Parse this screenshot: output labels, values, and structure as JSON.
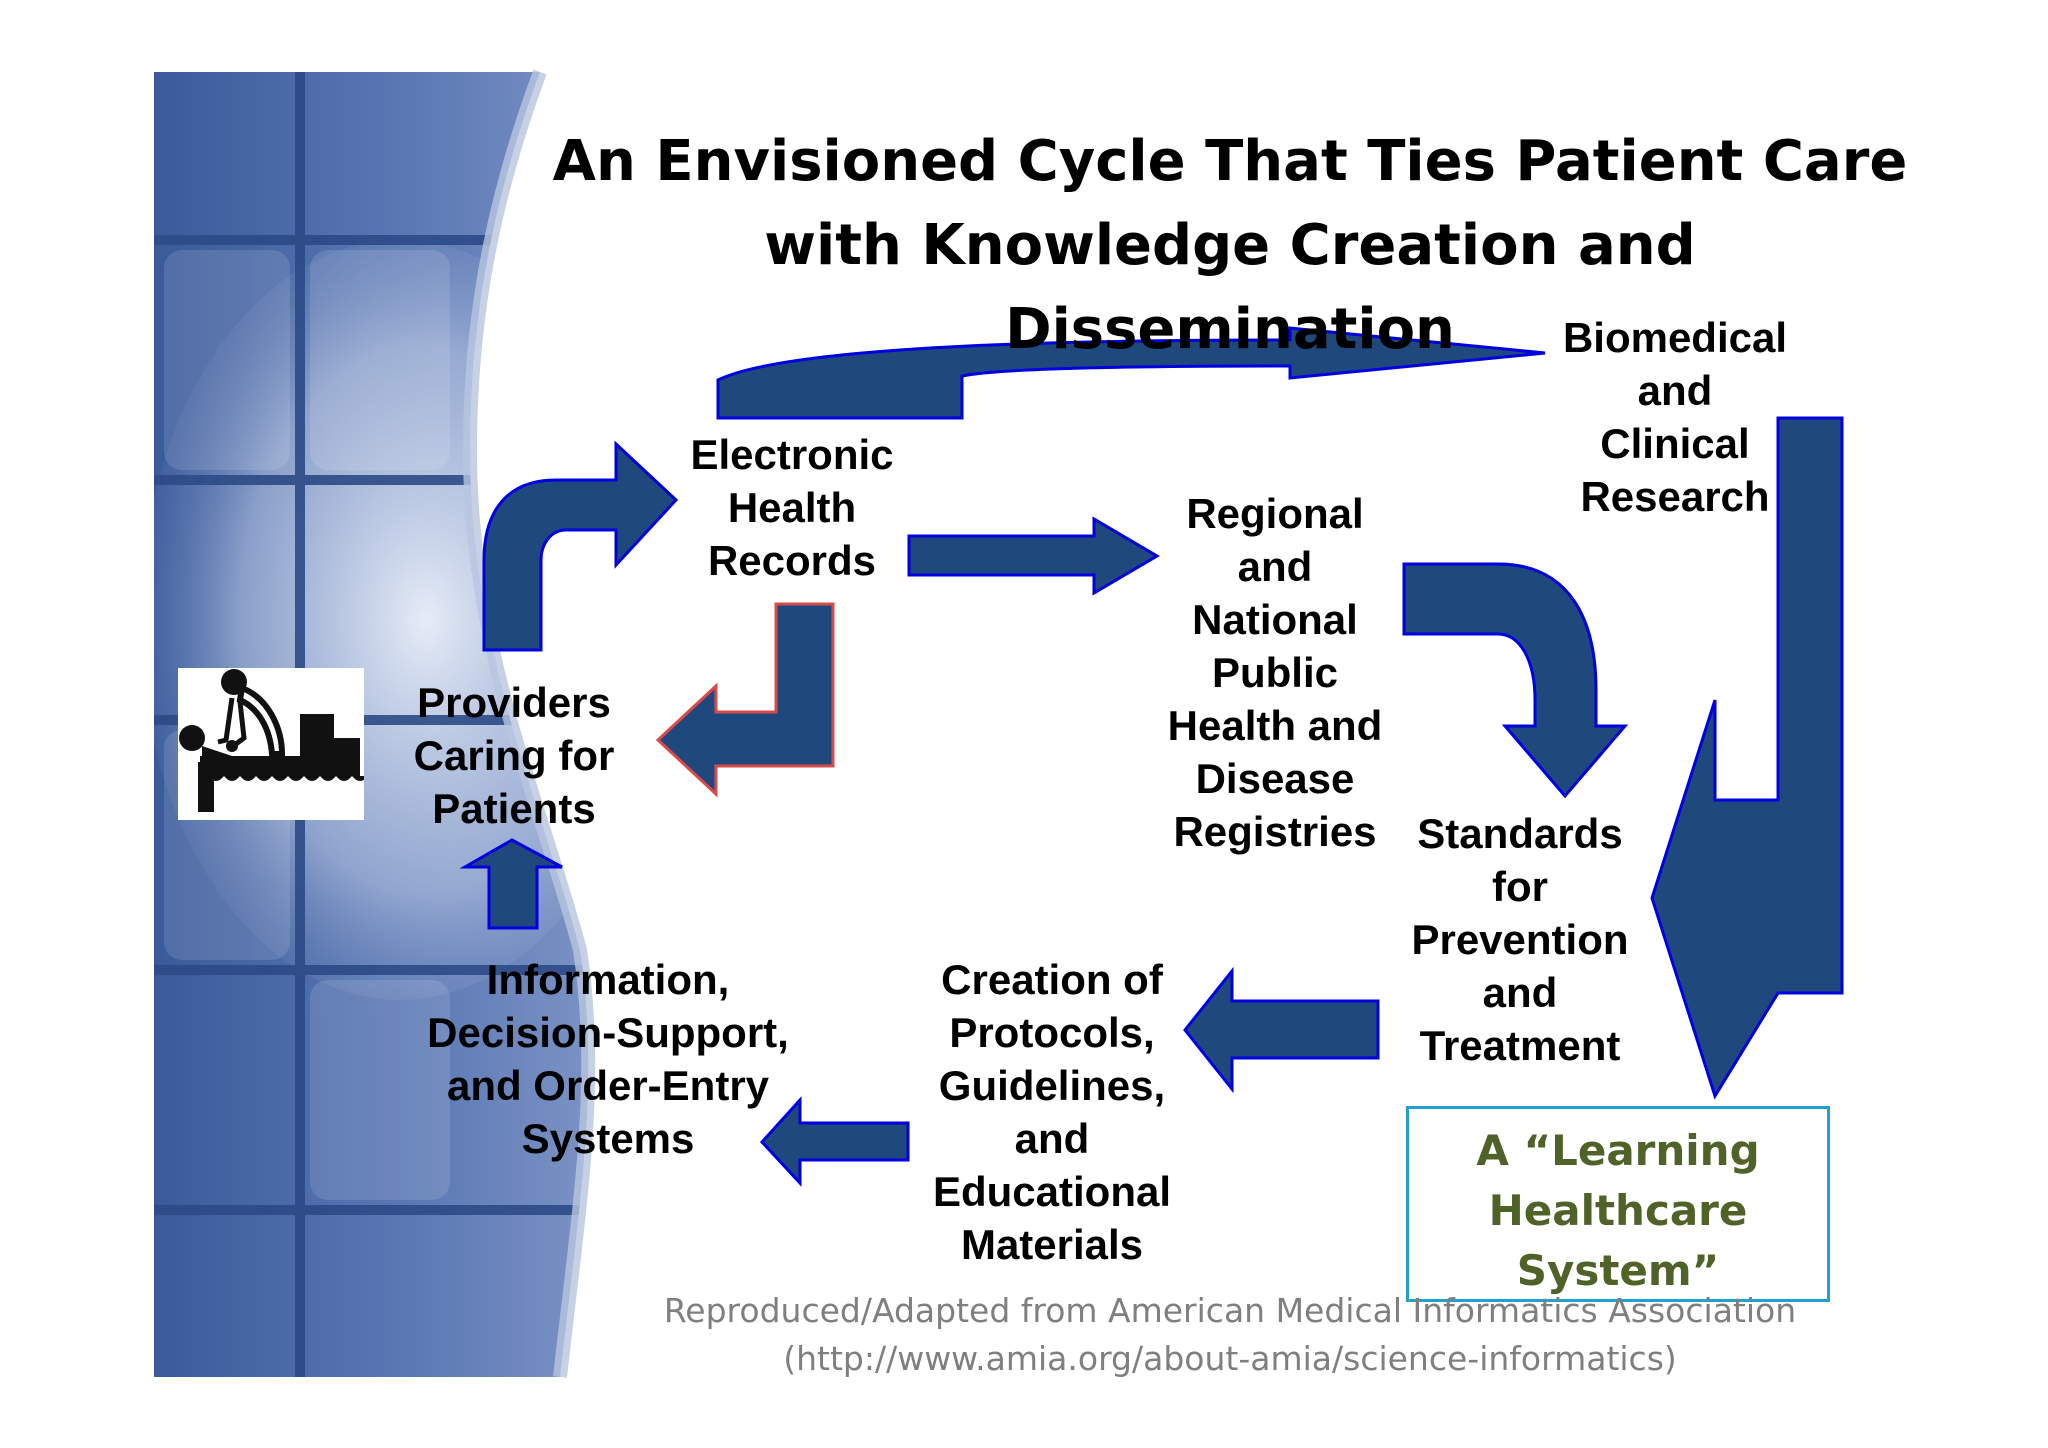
{
  "title": {
    "line1": "An Envisioned Cycle That Ties Patient Care",
    "line2": "with Knowledge Creation and Dissemination"
  },
  "nodes": {
    "ehr": [
      "Electronic",
      "Health",
      "Records"
    ],
    "registries": [
      "Regional",
      "and",
      "National",
      "Public",
      "Health and",
      "Disease",
      "Registries"
    ],
    "research": [
      "Biomedical",
      "and",
      "Clinical",
      "Research"
    ],
    "standards": [
      "Standards",
      "for",
      "Prevention",
      "and",
      "Treatment"
    ],
    "protocols": [
      "Creation of",
      "Protocols,",
      "Guidelines,",
      "and",
      "Educational",
      "Materials"
    ],
    "information": [
      "Information,",
      "Decision-Support,",
      "and Order-Entry",
      "Systems"
    ],
    "providers": [
      "Providers",
      "Caring for",
      "Patients"
    ]
  },
  "learning_system": {
    "line1": "A “Learning",
    "line2": "Healthcare",
    "line3": "System”"
  },
  "credit": {
    "line1": "Reproduced/Adapted from American Medical Informatics Association",
    "line2": "(http://www.amia.org/about-amia/science-informatics)"
  },
  "colors": {
    "arrow_fill": "#1f497d",
    "arrow_stroke": "#0000e0",
    "sidebar_dark": "#2f4f8f",
    "sidebar_light": "#c8d3e8",
    "learning_text": "#4f6228",
    "learning_border": "#1fa2d0"
  },
  "icons": {
    "patient_care": "doctor-treating-patient-icon"
  }
}
